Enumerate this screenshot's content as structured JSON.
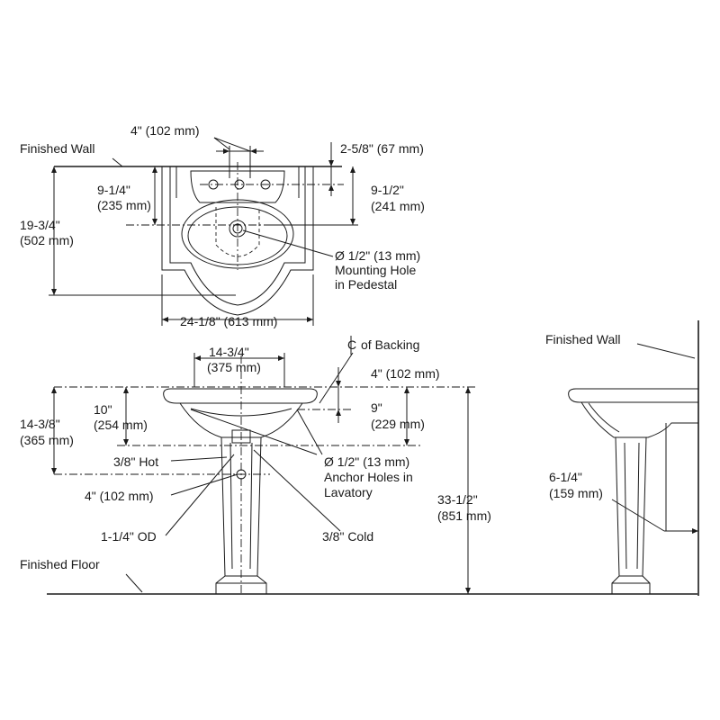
{
  "colors": {
    "ink": "#1a1a1a",
    "background": "#ffffff"
  },
  "top_view": {
    "faucet_spacing": "4\" (102 mm)",
    "finished_wall": "Finished Wall",
    "wall_offset": "2-5/8\" (67 mm)",
    "left_depth_in": "9-1/4\"",
    "left_depth_mm": "(235 mm)",
    "right_depth_in": "9-1/2\"",
    "right_depth_mm": "(241 mm)",
    "overall_depth_in": "19-3/4\"",
    "overall_depth_mm": "(502 mm)",
    "mounting_hole_1": "Ø 1/2\" (13 mm)",
    "mounting_hole_2": "Mounting Hole",
    "mounting_hole_3": "in Pedestal",
    "overall_width": "24-1/8\" (613 mm)"
  },
  "front_view": {
    "bowl_width_in": "14-3/4\"",
    "bowl_width_mm": "(375 mm)",
    "centerline_label": "of Backing",
    "backing_offset": "4\" (102 mm)",
    "height_10_in": "10\"",
    "height_10_mm": "(254 mm)",
    "height_9_in": "9\"",
    "height_9_mm": "(229 mm)",
    "height_14_in": "14-3/8\"",
    "height_14_mm": "(365 mm)",
    "hot_supply": "3/8\" Hot",
    "anchor_1": "Ø 1/2\" (13 mm)",
    "anchor_2": "Anchor Holes in",
    "anchor_3": "Lavatory",
    "drain_offset": "4\" (102 mm)",
    "drain_od": "1-1/4\" OD",
    "cold_supply": "3/8\" Cold",
    "overall_height_in": "33-1/2\"",
    "overall_height_mm": "(851 mm)",
    "finished_floor": "Finished Floor"
  },
  "side_view": {
    "finished_wall": "Finished Wall",
    "pedestal_offset_in": "6-1/4\"",
    "pedestal_offset_mm": "(159 mm)"
  }
}
